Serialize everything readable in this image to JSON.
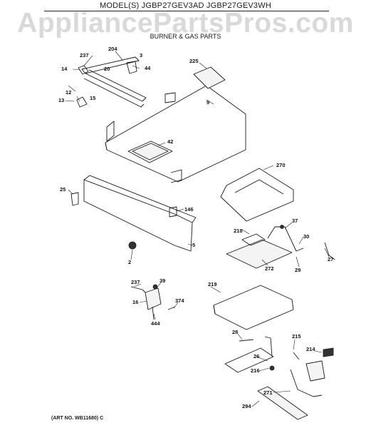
{
  "header": {
    "models": "MODEL(S) JGBP27GEV3AD  JGBP27GEV3WH",
    "watermark": "AppliancePartsPros.com",
    "subtitle": "BURNER & GAS PARTS"
  },
  "footer": {
    "art_number": "(ART NO. WB11680) C"
  },
  "callouts": [
    "204",
    "237",
    "3",
    "20",
    "14",
    "44",
    "225",
    "12",
    "13",
    "15",
    "9",
    "42",
    "270",
    "25",
    "146",
    "218",
    "37",
    "30",
    "5",
    "2",
    "272",
    "29",
    "27",
    "219",
    "39",
    "237",
    "374",
    "16",
    "444",
    "28",
    "215",
    "214",
    "26",
    "216",
    "271",
    "294"
  ]
}
